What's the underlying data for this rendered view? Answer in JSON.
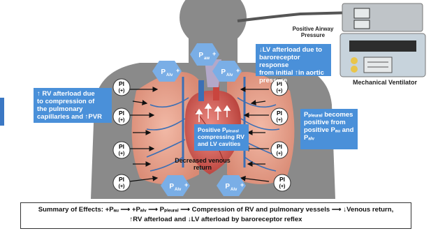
{
  "ventilator": {
    "label": "Mechanical Ventilator",
    "airway_label_line1": "Positive Airway",
    "airway_label_line2": "Pressure"
  },
  "pressure_labels": {
    "paw": "P",
    "paw_sub": "aw",
    "palv": "P",
    "palv_sub": "Alv",
    "plus": "+",
    "pl_line1": "Pl",
    "pl_line2": "(+)"
  },
  "callouts": {
    "lv_afterload": [
      "↓LV afterload due to",
      "baroreceptor response",
      "from initial ↑in aortic",
      "pressure"
    ],
    "rv_afterload": [
      "↑ RV afterload due",
      "to compression of",
      "the pulmonary",
      "capillaries and ↑PVR"
    ],
    "ppleural_becomes": [
      "Pₚₗₑᵤᵣₐₗ becomes",
      "positive from",
      "positive Pₐᵤ and",
      "Pₐₗᵥ"
    ],
    "positive_ppleural": [
      "Positive Pₚₗₑᵤᵣₐₗ",
      "compressing RV",
      "and LV cavities"
    ]
  },
  "heart_label": [
    "Decreased venous",
    "return"
  ],
  "summary": {
    "line1": "Summary of Effects: +Pₐᵤ ⟶ +Pₐₗᵥ ⟶ Pₚₗₑᵤᵣₐₗ ⟶ Compression of RV and pulmonary vessels ⟶ ↓Venous return,",
    "line2": "↑RV afterload and  ↓LV afterload by baroreceptor reflex"
  },
  "colors": {
    "silhouette": "#8a8a8a",
    "hexagon": "#7aaee6",
    "callout": "#4a90d9",
    "lung": "#e8a38f",
    "heart": "#d9534f",
    "vessel_blue": "#3b6fb5"
  }
}
